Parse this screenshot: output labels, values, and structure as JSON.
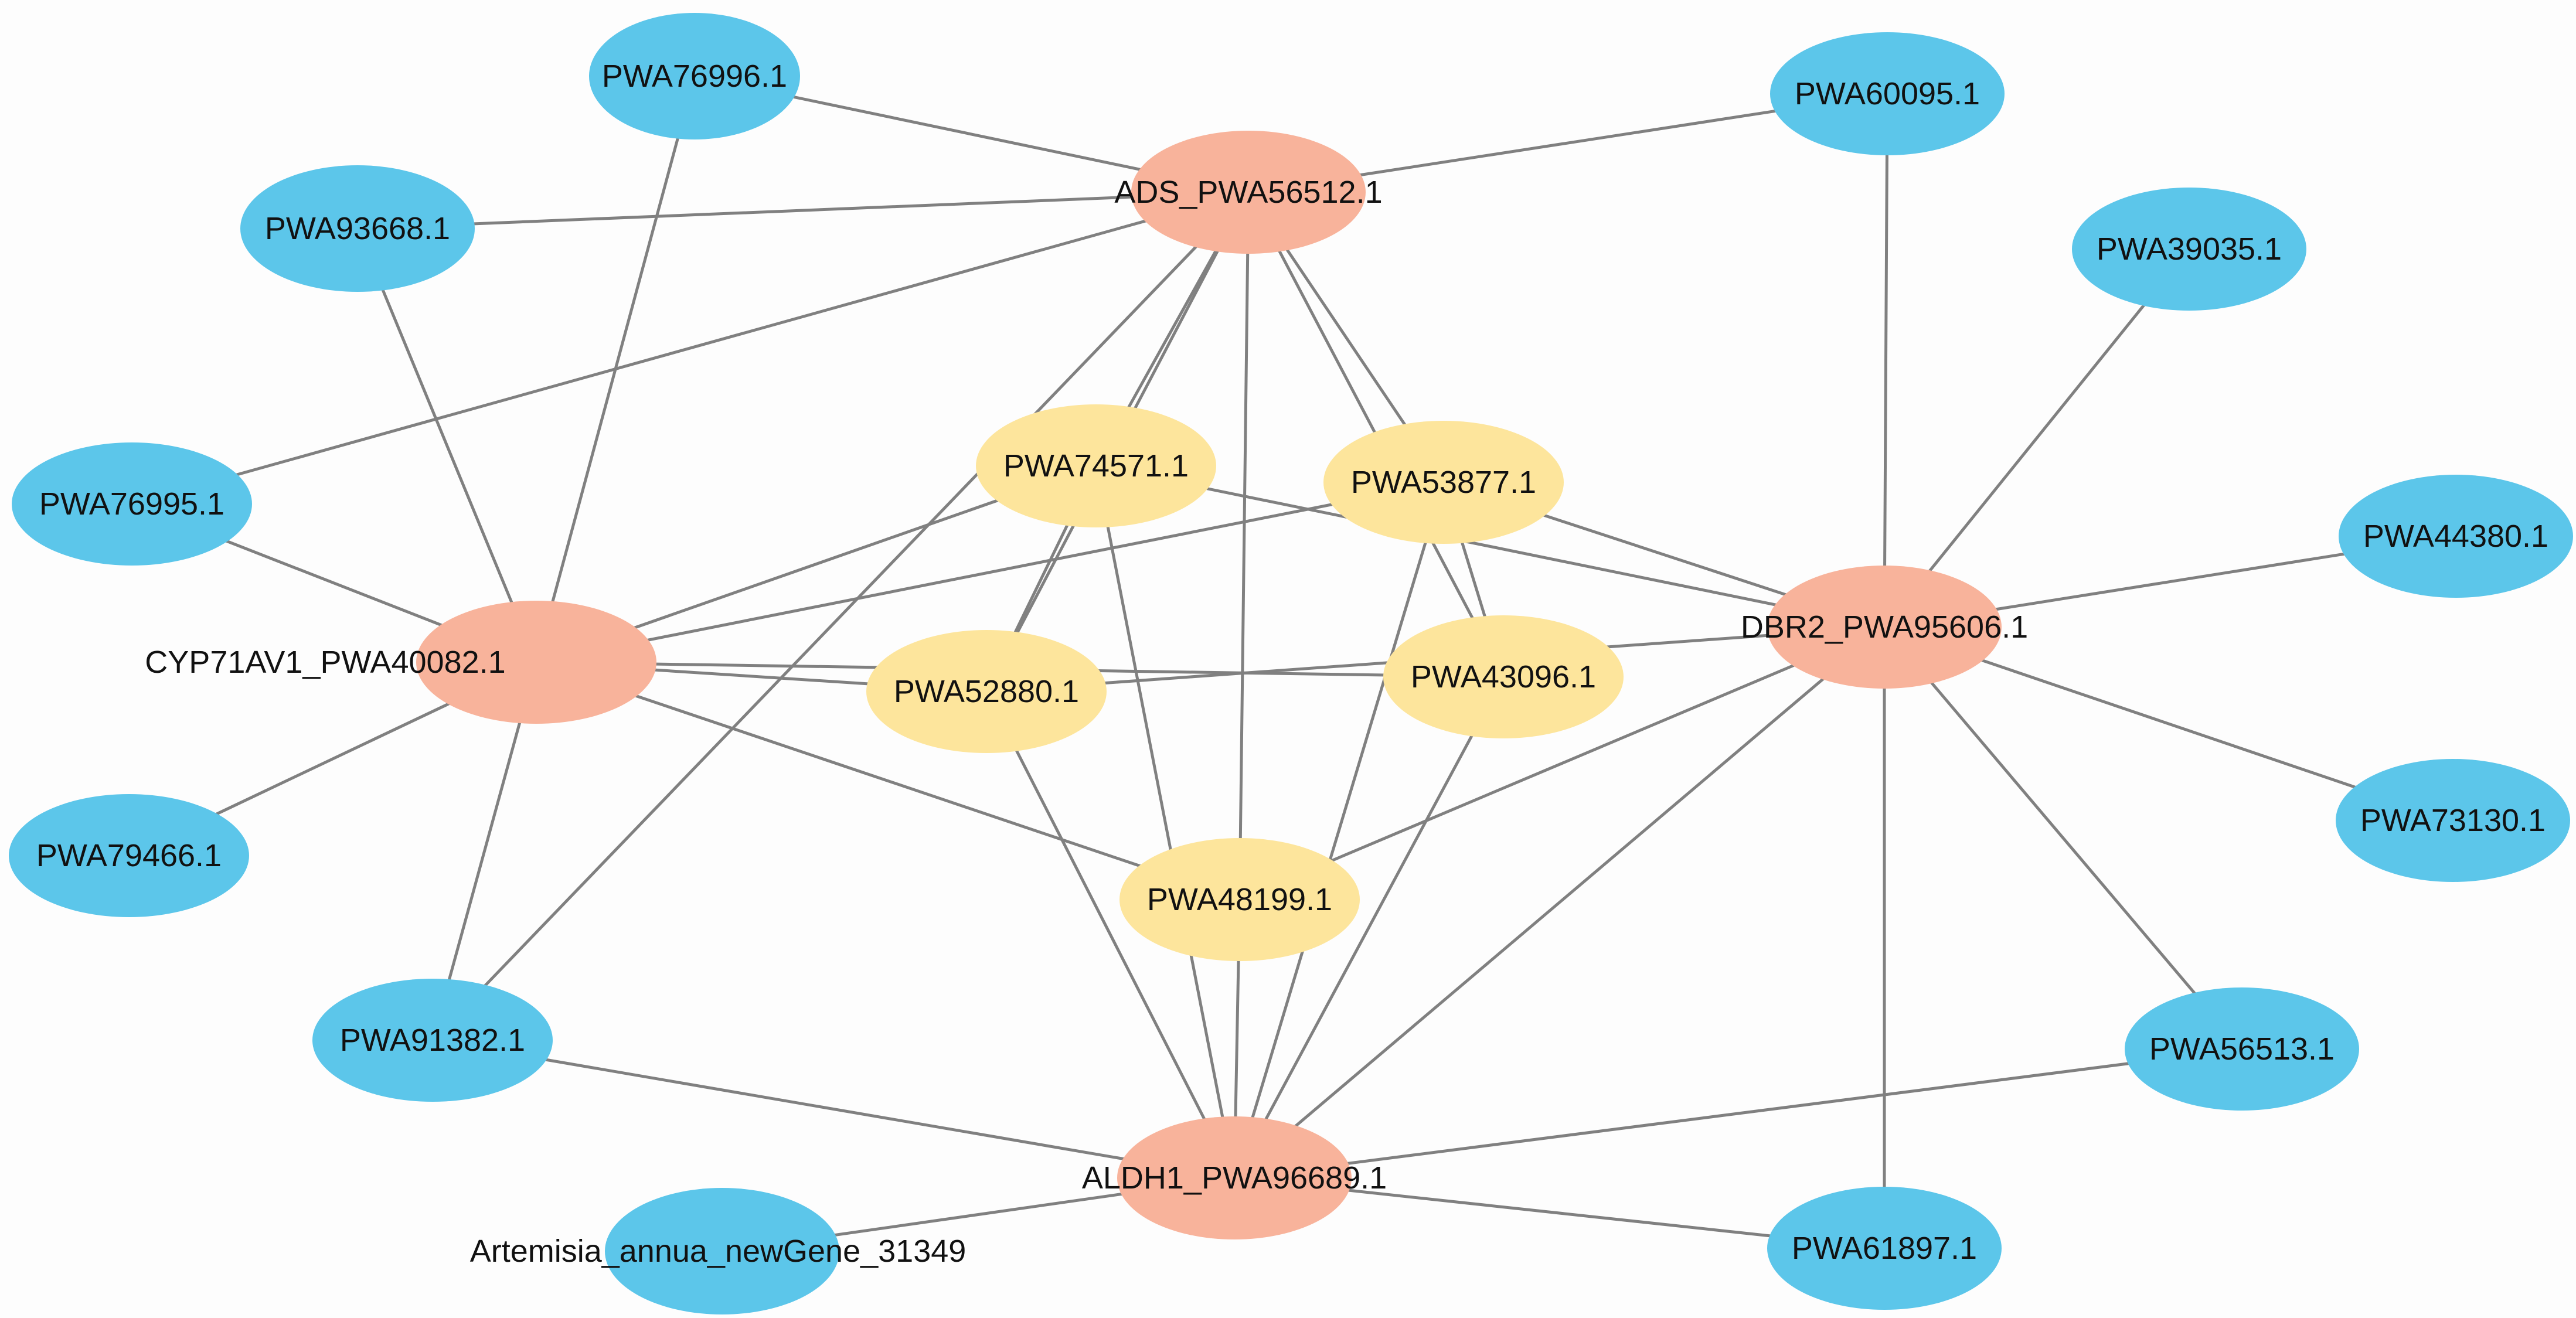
{
  "colors": {
    "hub": "#f8b39b",
    "intermediate": "#fde59c",
    "leaf": "#5cc6ea",
    "edge": "#808080",
    "background": "#fdfdfd"
  },
  "nodes": [
    {
      "id": "ADS",
      "label": "ADS_PWA56512.1",
      "group": "hub"
    },
    {
      "id": "CYP",
      "label": "CYP71AV1_PWA40082.1",
      "group": "hub"
    },
    {
      "id": "DBR2",
      "label": "DBR2_PWA95606.1",
      "group": "hub"
    },
    {
      "id": "ALDH1",
      "label": "ALDH1_PWA96689.1",
      "group": "hub"
    },
    {
      "id": "PWA74571",
      "label": "PWA74571.1",
      "group": "intermediate"
    },
    {
      "id": "PWA53877",
      "label": "PWA53877.1",
      "group": "intermediate"
    },
    {
      "id": "PWA52880",
      "label": "PWA52880.1",
      "group": "intermediate"
    },
    {
      "id": "PWA43096",
      "label": "PWA43096.1",
      "group": "intermediate"
    },
    {
      "id": "PWA48199",
      "label": "PWA48199.1",
      "group": "intermediate"
    },
    {
      "id": "PWA76996",
      "label": "PWA76996.1",
      "group": "leaf"
    },
    {
      "id": "PWA93668",
      "label": "PWA93668.1",
      "group": "leaf"
    },
    {
      "id": "PWA76995",
      "label": "PWA76995.1",
      "group": "leaf"
    },
    {
      "id": "PWA79466",
      "label": "PWA79466.1",
      "group": "leaf"
    },
    {
      "id": "PWA91382",
      "label": "PWA91382.1",
      "group": "leaf"
    },
    {
      "id": "ARTEMISIA",
      "label": "Artemisia_annua_newGene_31349",
      "group": "leaf"
    },
    {
      "id": "PWA60095",
      "label": "PWA60095.1",
      "group": "leaf"
    },
    {
      "id": "PWA39035",
      "label": "PWA39035.1",
      "group": "leaf"
    },
    {
      "id": "PWA44380",
      "label": "PWA44380.1",
      "group": "leaf"
    },
    {
      "id": "PWA73130",
      "label": "PWA73130.1",
      "group": "leaf"
    },
    {
      "id": "PWA56513",
      "label": "PWA56513.1",
      "group": "leaf"
    },
    {
      "id": "PWA61897",
      "label": "PWA61897.1",
      "group": "leaf"
    }
  ],
  "edges": [
    [
      "ADS",
      "PWA76996"
    ],
    [
      "ADS",
      "PWA93668"
    ],
    [
      "ADS",
      "PWA60095"
    ],
    [
      "ADS",
      "PWA76995"
    ],
    [
      "ADS",
      "PWA74571"
    ],
    [
      "ADS",
      "PWA53877"
    ],
    [
      "ADS",
      "PWA52880"
    ],
    [
      "ADS",
      "PWA43096"
    ],
    [
      "ADS",
      "PWA48199"
    ],
    [
      "ADS",
      "PWA91382"
    ],
    [
      "CYP",
      "PWA76996"
    ],
    [
      "CYP",
      "PWA93668"
    ],
    [
      "CYP",
      "PWA76995"
    ],
    [
      "CYP",
      "PWA79466"
    ],
    [
      "CYP",
      "PWA91382"
    ],
    [
      "CYP",
      "PWA74571"
    ],
    [
      "CYP",
      "PWA53877"
    ],
    [
      "CYP",
      "PWA52880"
    ],
    [
      "CYP",
      "PWA43096"
    ],
    [
      "CYP",
      "PWA48199"
    ],
    [
      "DBR2",
      "PWA60095"
    ],
    [
      "DBR2",
      "PWA39035"
    ],
    [
      "DBR2",
      "PWA44380"
    ],
    [
      "DBR2",
      "PWA73130"
    ],
    [
      "DBR2",
      "PWA56513"
    ],
    [
      "DBR2",
      "PWA61897"
    ],
    [
      "DBR2",
      "PWA74571"
    ],
    [
      "DBR2",
      "PWA53877"
    ],
    [
      "DBR2",
      "PWA52880"
    ],
    [
      "DBR2",
      "PWA48199"
    ],
    [
      "DBR2",
      "ALDH1"
    ],
    [
      "ALDH1",
      "PWA91382"
    ],
    [
      "ALDH1",
      "ARTEMISIA"
    ],
    [
      "ALDH1",
      "PWA56513"
    ],
    [
      "ALDH1",
      "PWA61897"
    ],
    [
      "ALDH1",
      "PWA74571"
    ],
    [
      "ALDH1",
      "PWA52880"
    ],
    [
      "ALDH1",
      "PWA43096"
    ],
    [
      "ALDH1",
      "PWA48199"
    ],
    [
      "ALDH1",
      "PWA53877"
    ],
    [
      "PWA74571",
      "PWA52880"
    ],
    [
      "PWA53877",
      "PWA43096"
    ]
  ]
}
